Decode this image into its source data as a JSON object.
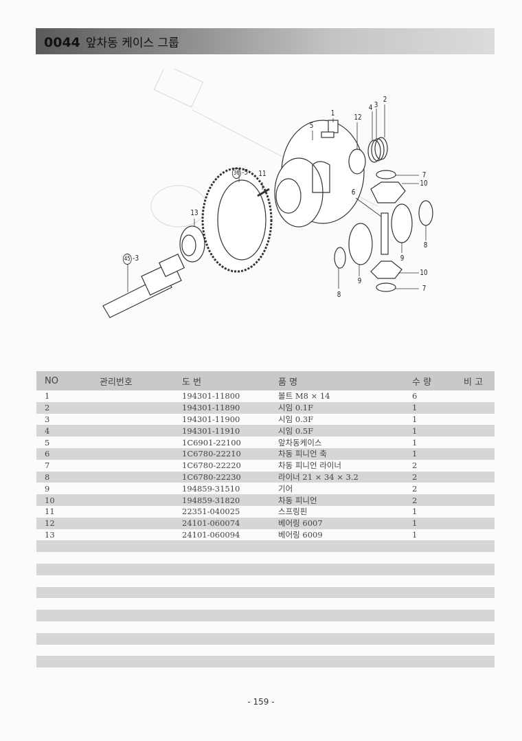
{
  "header": {
    "code": "0044",
    "title": "앞차동 케이스 그룹"
  },
  "diagram": {
    "callouts": {
      "c1": "1",
      "c12": "12",
      "c4": "4",
      "c3": "3",
      "c2": "2",
      "c5": "5",
      "c36": "36",
      "c36s": "-5",
      "c11": "11",
      "c13": "13",
      "c45": "45",
      "c45s": "-3",
      "c7a": "7",
      "c10a": "10",
      "c6": "6",
      "c8a": "8",
      "c9a": "9",
      "c8b": "8",
      "c9b": "9",
      "c10b": "10",
      "c7b": "7"
    }
  },
  "table": {
    "headers": {
      "no": "NO",
      "mgmt": "관리번호",
      "drawing": "도    번",
      "name": "품    명",
      "qty": "수 량",
      "note": "비  고"
    },
    "rows": [
      {
        "no": "1",
        "drawing": "194301-11800",
        "name": "볼트  M8 × 14",
        "qty": "6"
      },
      {
        "no": "2",
        "drawing": "194301-11890",
        "name": "시임  0.1F",
        "qty": "1"
      },
      {
        "no": "3",
        "drawing": "194301-11900",
        "name": "시임  0.3F",
        "qty": "1"
      },
      {
        "no": "4",
        "drawing": "194301-11910",
        "name": "시임  0.5F",
        "qty": "1"
      },
      {
        "no": "5",
        "drawing": "1C6901-22100",
        "name": "앞차동케이스",
        "qty": "1"
      },
      {
        "no": "6",
        "drawing": "1C6780-22210",
        "name": "차동 피니언 축",
        "qty": "1"
      },
      {
        "no": "7",
        "drawing": "1C6780-22220",
        "name": "차동 피니언 라이너",
        "qty": "2"
      },
      {
        "no": "8",
        "drawing": "1C6780-22230",
        "name": "라이너   21 × 34 × 3.2",
        "qty": "2"
      },
      {
        "no": "9",
        "drawing": "194859-31510",
        "name": "기어",
        "qty": "2"
      },
      {
        "no": "10",
        "drawing": "194859-31820",
        "name": "차동 피니언",
        "qty": "2"
      },
      {
        "no": "11",
        "drawing": "22351-040025",
        "name": "스프링핀",
        "qty": "1"
      },
      {
        "no": "12",
        "drawing": "24101-060074",
        "name": "베어링  6007",
        "qty": "1"
      },
      {
        "no": "13",
        "drawing": "24101-060094",
        "name": "베어링  6009",
        "qty": "1"
      }
    ]
  },
  "footer": {
    "page": "- 159 -"
  }
}
